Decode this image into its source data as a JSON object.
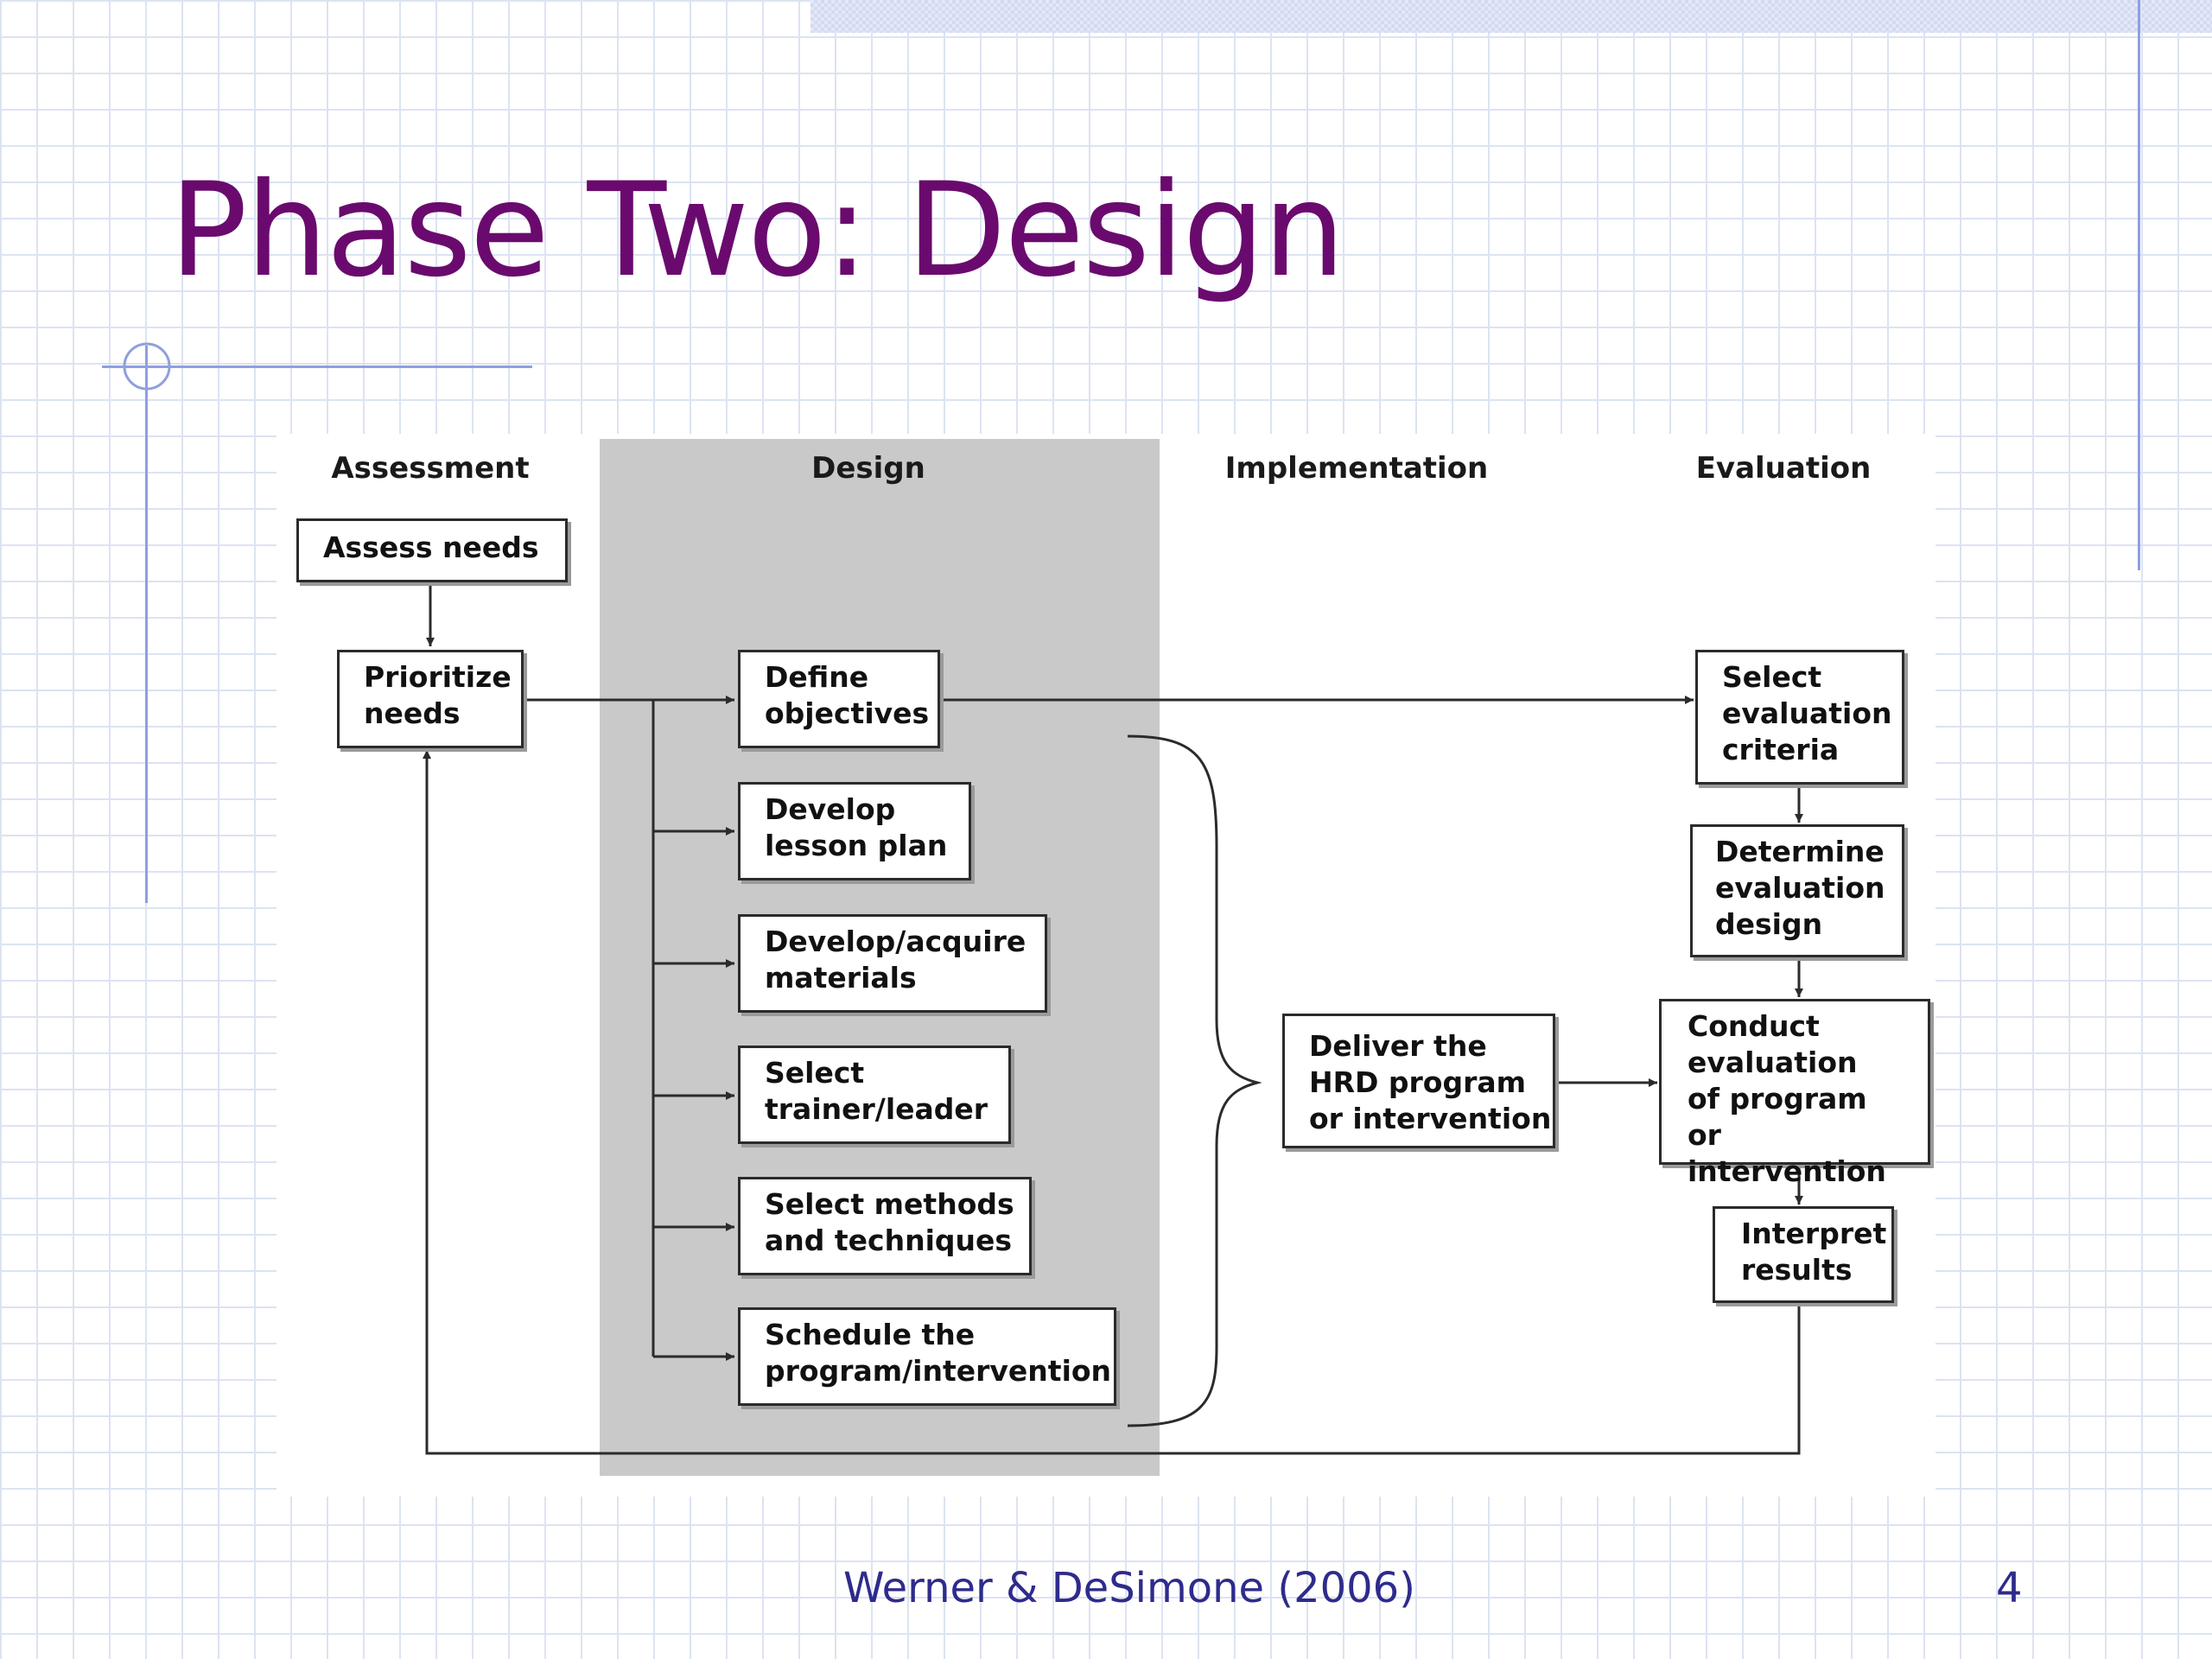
{
  "slide": {
    "title": "Phase Two: Design",
    "footer_credit": "Werner & DeSimone (2006)",
    "page_number": "4",
    "colors": {
      "title": "#6a0a6e",
      "footer": "#2e2b8c",
      "grid": "#dce3f2",
      "accent_line": "#8f9fe0",
      "design_band": "#c9c9c9"
    }
  },
  "diagram": {
    "columns": {
      "assessment": "Assessment",
      "design": "Design",
      "implementation": "Implementation",
      "evaluation": "Evaluation"
    },
    "boxes": {
      "assess_needs": "Assess needs",
      "prioritize_needs": "Prioritize\nneeds",
      "define_objectives": "Define\nobjectives",
      "develop_lesson_plan": "Develop\nlesson plan",
      "develop_acquire_materials": "Develop/acquire\nmaterials",
      "select_trainer_leader": "Select\ntrainer/leader",
      "select_methods": "Select methods\nand techniques",
      "schedule_program": "Schedule the\nprogram/intervention",
      "deliver_program": "Deliver the\nHRD program\nor intervention",
      "select_criteria": "Select\nevaluation\ncriteria",
      "determine_design": "Determine\nevaluation\ndesign",
      "conduct_evaluation": "Conduct\nevaluation\nof program\nor intervention",
      "interpret_results": "Interpret\nresults"
    }
  }
}
